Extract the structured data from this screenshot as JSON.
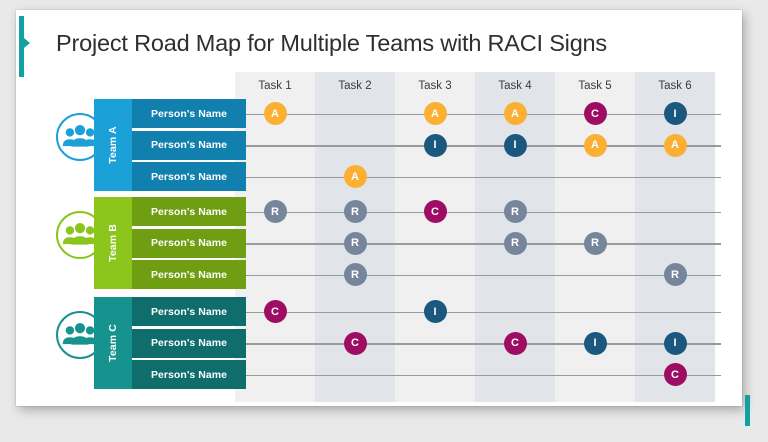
{
  "slide": {
    "title": "Project Road Map for Multiple Teams with RACI Signs",
    "accent_color": "#13a0a0",
    "background": "#ffffff"
  },
  "colors": {
    "accountable": "#fbb034",
    "responsible": "#77859b",
    "consulted": "#9e0d63",
    "informed": "#1b587f",
    "team_a": "#1ba0d8",
    "team_a_row": "#1280ae",
    "team_b": "#8cc51b",
    "team_b_row": "#6f9e12",
    "team_c": "#17938f",
    "team_c_row": "#0f6e6c",
    "column_odd": "#f0f0f0",
    "column_even": "#e1e5ea",
    "row_line": "#9a9a9a"
  },
  "columns": [
    {
      "label": "Task 1"
    },
    {
      "label": "Task 2"
    },
    {
      "label": "Task 3"
    },
    {
      "label": "Task 4"
    },
    {
      "label": "Task 5"
    },
    {
      "label": "Task 6"
    }
  ],
  "teams": [
    {
      "name": "Team A",
      "icon": "team-group-icon",
      "theme": "teamA",
      "rows": [
        {
          "person": "Person's Name",
          "markers": [
            {
              "task": 1,
              "sign": "A"
            },
            {
              "task": 3,
              "sign": "A"
            },
            {
              "task": 4,
              "sign": "A"
            },
            {
              "task": 5,
              "sign": "C"
            },
            {
              "task": 6,
              "sign": "I"
            }
          ]
        },
        {
          "person": "Person's Name",
          "markers": [
            {
              "task": 3,
              "sign": "I"
            },
            {
              "task": 4,
              "sign": "I"
            },
            {
              "task": 5,
              "sign": "A"
            },
            {
              "task": 6,
              "sign": "A"
            }
          ]
        },
        {
          "person": "Person's Name",
          "markers": [
            {
              "task": 2,
              "sign": "A"
            }
          ]
        }
      ]
    },
    {
      "name": "Team B",
      "icon": "team-group-icon",
      "theme": "teamB",
      "rows": [
        {
          "person": "Person's Name",
          "markers": [
            {
              "task": 1,
              "sign": "R"
            },
            {
              "task": 2,
              "sign": "R"
            },
            {
              "task": 3,
              "sign": "C"
            },
            {
              "task": 4,
              "sign": "R"
            }
          ]
        },
        {
          "person": "Person's Name",
          "markers": [
            {
              "task": 2,
              "sign": "R"
            },
            {
              "task": 4,
              "sign": "R"
            },
            {
              "task": 5,
              "sign": "R"
            }
          ]
        },
        {
          "person": "Person's Name",
          "markers": [
            {
              "task": 2,
              "sign": "R"
            },
            {
              "task": 6,
              "sign": "R"
            }
          ]
        }
      ]
    },
    {
      "name": "Team C",
      "icon": "team-group-icon",
      "theme": "teamC",
      "rows": [
        {
          "person": "Person's Name",
          "markers": [
            {
              "task": 1,
              "sign": "C"
            },
            {
              "task": 3,
              "sign": "I"
            }
          ]
        },
        {
          "person": "Person's Name",
          "markers": [
            {
              "task": 2,
              "sign": "C"
            },
            {
              "task": 4,
              "sign": "C"
            },
            {
              "task": 5,
              "sign": "I"
            },
            {
              "task": 6,
              "sign": "I"
            }
          ]
        },
        {
          "person": "Person's Name",
          "markers": [
            {
              "task": 6,
              "sign": "C"
            }
          ]
        }
      ]
    }
  ]
}
